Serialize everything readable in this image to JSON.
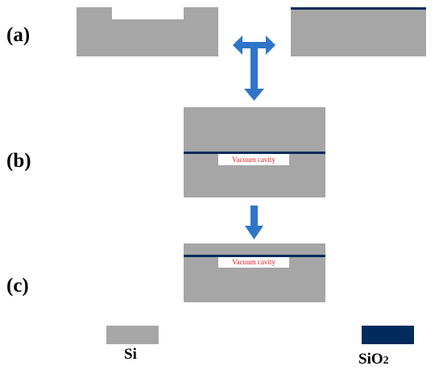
{
  "colors": {
    "silicon": "#a6a6a6",
    "oxide": "#002b5c",
    "arrow": "#2e75c9",
    "cavity_text": "#e0191b",
    "cavity_fill": "#ffffff",
    "label_text": "#000000"
  },
  "steps": {
    "a": {
      "label": "(a)"
    },
    "b": {
      "label": "(b)",
      "cavity_label": "Vacuum cavity"
    },
    "c": {
      "label": "(c)",
      "cavity_label": "Vacuum cavity"
    }
  },
  "arrows": {
    "a_to_b": {
      "icon": "bidirectional-tee-arrow-icon"
    },
    "b_to_c": {
      "icon": "down-arrow-icon"
    }
  },
  "legend": {
    "silicon": {
      "label": "Si"
    },
    "oxide": {
      "label_main": "SiO",
      "label_sub": "2"
    }
  }
}
